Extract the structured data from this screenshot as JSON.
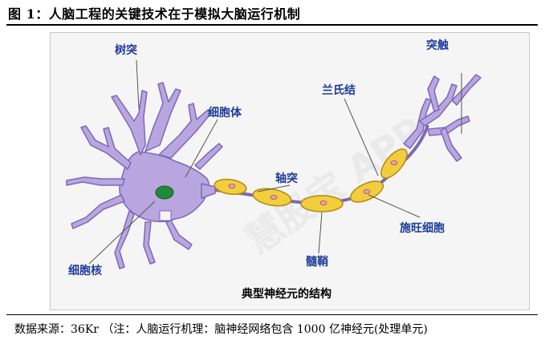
{
  "figure_title": "图 1：人脑工程的关键技术在于模拟大脑运行机制",
  "labels": {
    "dendrite": "树突",
    "soma": "细胞体",
    "nucleus": "细胞核",
    "axon": "轴突",
    "node_of_ranvier": "兰氏结",
    "myelin_sheath": "髓鞘",
    "schwann_cell": "施旺细胞",
    "synapse": "突触"
  },
  "caption": "典型神经元的结构",
  "watermark": "慧股宝 APP",
  "source_note": "数据来源：36Kr （注：人脑运行机理：脑神经网络包含 1000 亿神经元(处理单元)",
  "colors": {
    "neuron_fill": "#b9a6e0",
    "neuron_stroke": "#7c68b8",
    "myelin_fill": "#f2cd3d",
    "myelin_stroke": "#b08a10",
    "nucleus_fill": "#1f8a3a",
    "label_color": "#1f3b99"
  }
}
